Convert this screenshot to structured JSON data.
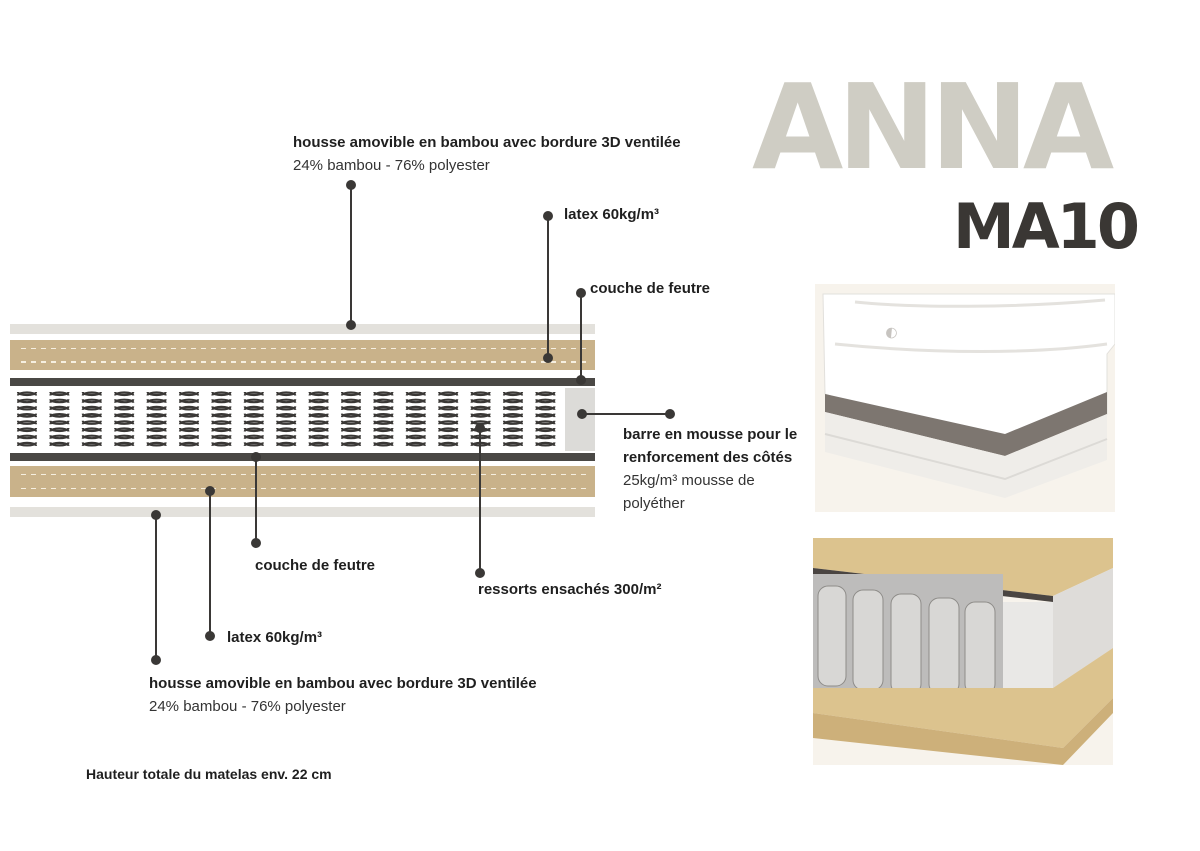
{
  "product": {
    "name": "ANNA",
    "model": "MA10"
  },
  "labels": {
    "top_cover_title": "housse amovible en bambou avec bordure 3D ventilée",
    "top_cover_sub": "24% bambou - 76% polyester",
    "top_latex": "latex 60kg/m³",
    "top_felt": "couche de feutre",
    "side_bar_title_1": "barre en mousse pour  le",
    "side_bar_title_2": "renforcement des côtés",
    "side_bar_sub_1": "25kg/m³ mousse de",
    "side_bar_sub_2": "polyéther",
    "bottom_felt": "couche de feutre",
    "springs": "ressorts ensachés 300/m²",
    "bottom_latex": "latex 60kg/m³",
    "bottom_cover_title": "housse amovible en bambou avec bordure 3D ventilée",
    "bottom_cover_sub": "24% bambou - 76% polyester"
  },
  "footer": "Hauteur totale du matelas env. 22 cm",
  "colors": {
    "title_light": "#cfcdc4",
    "title_dark": "#3a3734",
    "cover": "#e3e1dc",
    "latex": "#c9b28a",
    "felt": "#4a4845",
    "spring": "#3a3836",
    "side_foam": "#dcdbd8"
  },
  "springs": {
    "count": 17
  }
}
